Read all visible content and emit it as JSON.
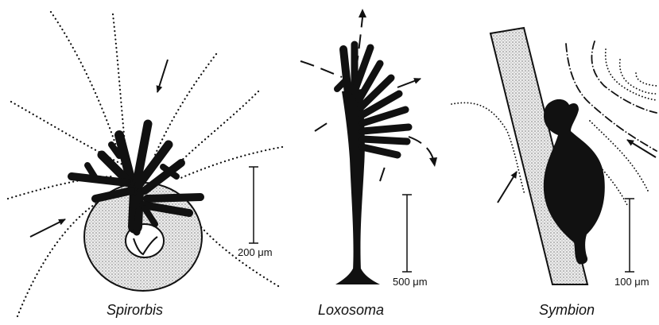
{
  "panels": [
    {
      "species": "Spirorbis",
      "scale": "200 μm"
    },
    {
      "species": "Loxosoma",
      "scale": "500 μm"
    },
    {
      "species": "Symbion",
      "scale": "100 μm"
    }
  ],
  "colors": {
    "ink": "#111111",
    "stipple": "#cfcfcf",
    "background": "#ffffff"
  }
}
